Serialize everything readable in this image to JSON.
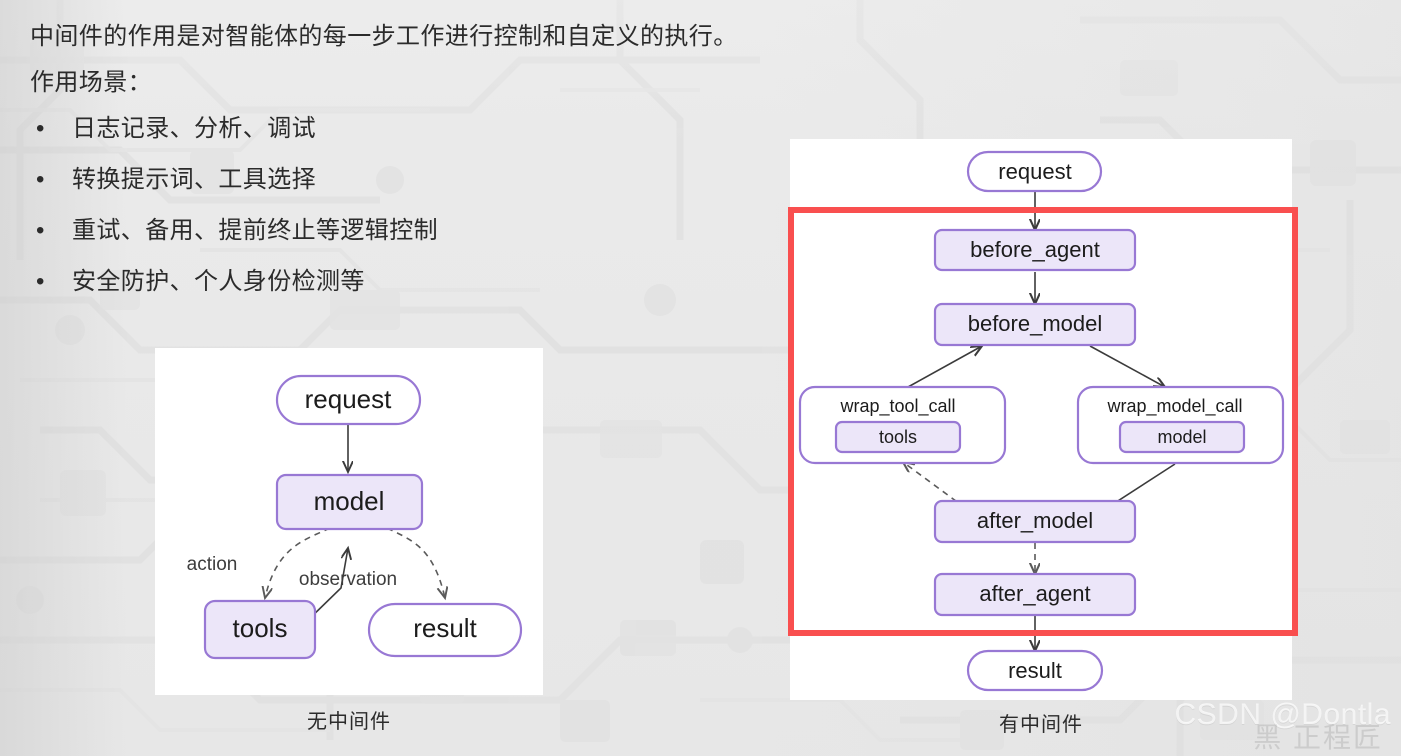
{
  "slide": {
    "intro": "中间件的作用是对智能体的每一步工作进行控制和自定义的执行。",
    "scenario_heading": "作用场景：",
    "bullet_marker": "•",
    "bullets": [
      "日志记录、分析、调试",
      "转换提示词、工具选择",
      "重试、备用、提前终止等逻辑控制",
      "安全防护、个人身份检测等"
    ]
  },
  "colors": {
    "node_fill_lavender": "#ece6f9",
    "node_fill_white": "#ffffff",
    "node_border_purple": "#9878d4",
    "highlight_red": "#f94f4f",
    "page_background": "#e8e8e8",
    "panel_background": "#ffffff",
    "text_primary": "#2b2b2b"
  },
  "diagram_left": {
    "caption": "无中间件",
    "nodes": {
      "request": "request",
      "model": "model",
      "tools": "tools",
      "result": "result"
    },
    "edge_labels": {
      "action": "action",
      "observation": "observation"
    }
  },
  "diagram_right": {
    "caption": "有中间件",
    "nodes": {
      "request": "request",
      "before_agent": "before_agent",
      "before_model": "before_model",
      "wrap_tool_call": "wrap_tool_call",
      "tools": "tools",
      "wrap_model_call": "wrap_model_call",
      "model": "model",
      "after_model": "after_model",
      "after_agent": "after_agent",
      "result": "result"
    }
  },
  "watermark": {
    "text": "CSDN @Dontla",
    "sub_text": "黑 正程匠"
  }
}
